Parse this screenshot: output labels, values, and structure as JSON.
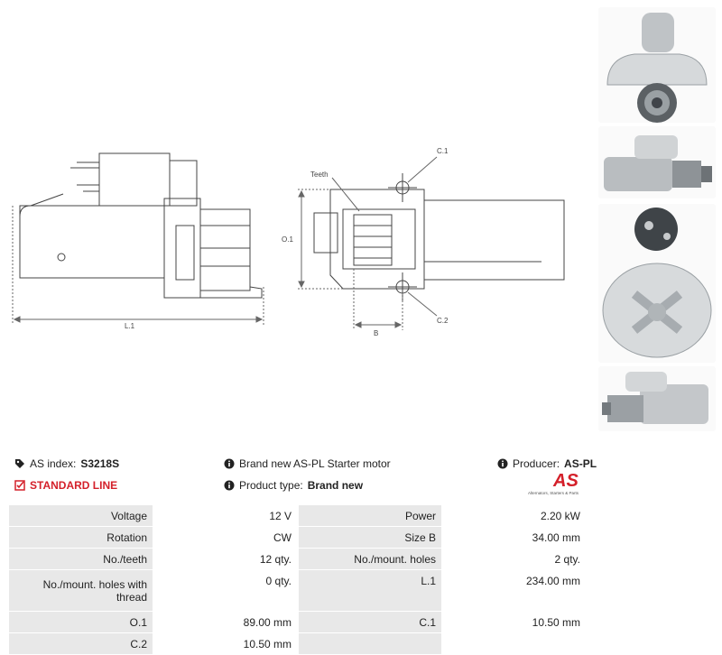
{
  "drawing": {
    "labels": {
      "l1": "L.1",
      "o1": "O.1",
      "b": "B",
      "c1": "C.1",
      "c2": "C.2",
      "teeth": "Teeth"
    }
  },
  "photos": {
    "icons": [
      "starter-front-view-photo",
      "starter-side-view-photo",
      "starter-rear-view-photo",
      "starter-angle-view-photo"
    ]
  },
  "info": {
    "as_index_label": "AS index:",
    "as_index_value": "S3218S",
    "standard_line": "STANDARD LINE",
    "description": "Brand new AS-PL Starter motor",
    "product_type_label": "Product type:",
    "product_type_value": "Brand new",
    "producer_label": "Producer:",
    "producer_value": "AS-PL",
    "logo_mark": "AS",
    "logo_tag": "Alternators, Starters & Parts",
    "colors": {
      "accent": "#d4202a",
      "cell": "#e8e8e8"
    }
  },
  "specs": [
    {
      "label1": "Voltage",
      "value1": "12 V",
      "label2": "Power",
      "value2": "2.20 kW"
    },
    {
      "label1": "Rotation",
      "value1": "CW",
      "label2": "Size B",
      "value2": "34.00 mm"
    },
    {
      "label1": "No./teeth",
      "value1": "12 qty.",
      "label2": "No./mount. holes",
      "value2": "2 qty."
    },
    {
      "label1": "No./mount. holes with thread",
      "value1": "0 qty.",
      "label2": "L.1",
      "value2": "234.00 mm"
    },
    {
      "label1": "O.1",
      "value1": "89.00 mm",
      "label2": "C.1",
      "value2": "10.50 mm"
    },
    {
      "label1": "C.2",
      "value1": "10.50 mm",
      "label2": "",
      "value2": ""
    }
  ]
}
